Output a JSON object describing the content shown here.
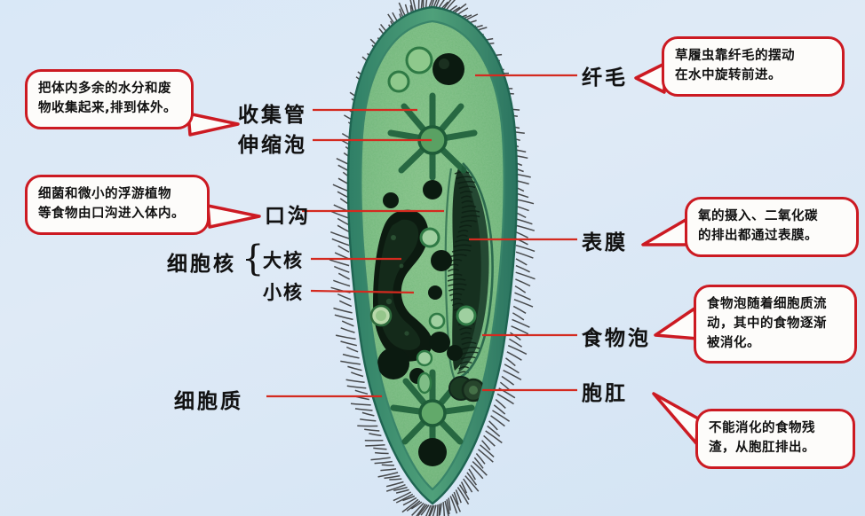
{
  "figure": {
    "subject": "草履虫",
    "background_color": "#dbe9f6",
    "callout_border_color": "#cc1a22",
    "leader_line_color": "#d42a1f",
    "organism_color": "#4e9e5f"
  },
  "callouts": [
    {
      "id": "contractile-vacuole-note",
      "lines": [
        "把体内多余的水分和废",
        "物收集起来,排到体外。"
      ]
    },
    {
      "id": "oral-groove-note",
      "lines": [
        "细菌和微小的浮游植物",
        "等食物由口沟进入体内。"
      ]
    },
    {
      "id": "cilia-note",
      "lines": [
        "草履虫靠纤毛的摆动",
        "在水中旋转前进。"
      ]
    },
    {
      "id": "pellicle-note",
      "lines": [
        "氧的摄入、二氧化碳",
        "的排出都通过表膜。"
      ]
    },
    {
      "id": "food-vacuole-note",
      "lines": [
        "食物泡随着细胞质流",
        "动，其中的食物逐渐",
        "被消化。"
      ]
    },
    {
      "id": "cytopyge-note",
      "lines": [
        "不能消化的食物残",
        "渣，从胞肛排出。"
      ]
    }
  ],
  "labels": {
    "collecting_canal": "收集管",
    "contractile_vacuole": "伸缩泡",
    "oral_groove": "口沟",
    "nucleus_group": "细胞核",
    "macronucleus": "大核",
    "micronucleus": "小核",
    "cytoplasm": "细胞质",
    "cilia": "纤毛",
    "pellicle": "表膜",
    "food_vacuole": "食物泡",
    "cytopyge": "胞肛",
    "brace_glyph": "{"
  }
}
